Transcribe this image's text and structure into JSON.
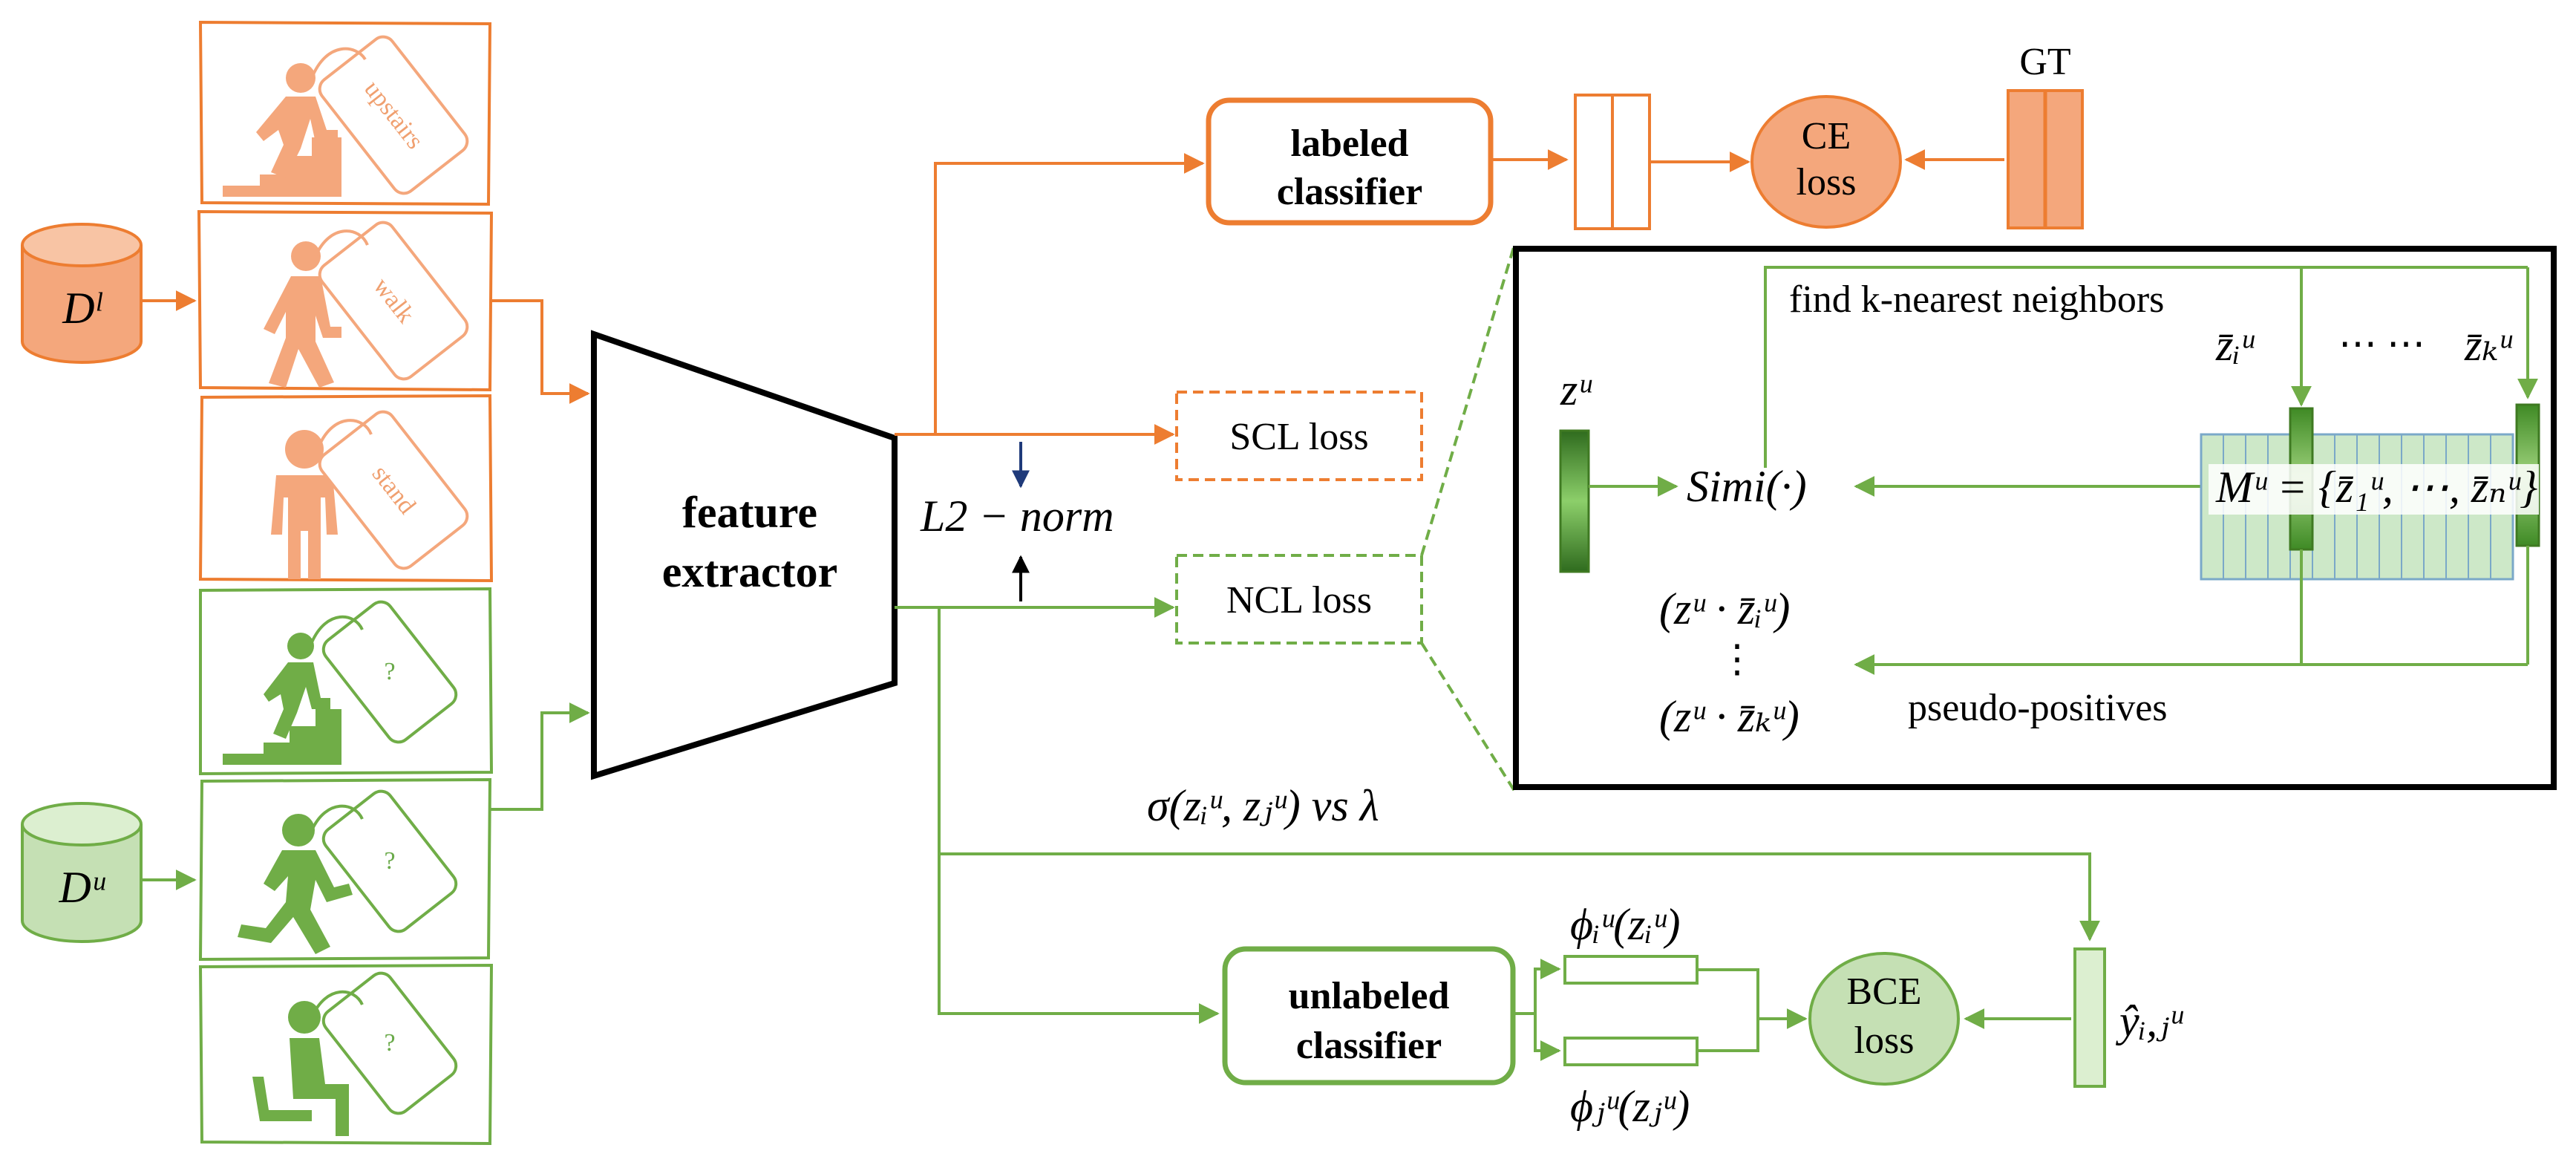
{
  "datasets": {
    "labeled": "Dˡ",
    "unlabeled": "Dᵘ"
  },
  "activities": {
    "labeled_tags": [
      "upstairs",
      "walk",
      "stand"
    ],
    "unlabeled_tags": [
      "?",
      "?",
      "?"
    ]
  },
  "feature_extractor": {
    "line1": "feature",
    "line2": "extractor"
  },
  "l2_norm": "L2 − norm",
  "labeled_classifier": {
    "line1": "labeled",
    "line2": "classifier"
  },
  "ce_loss": {
    "line1": "CE",
    "line2": "loss"
  },
  "gt": "GT",
  "scl_loss": "SCL loss",
  "ncl_loss": "NCL loss",
  "ncl_detail": {
    "find_neighbors": "find k-nearest neighbors",
    "z_u": "zᵘ",
    "simi": "Simi(·)",
    "z_bar_i": "z̄ᵢᵘ",
    "dots": "⋯ ⋯",
    "z_bar_k": "z̄ₖᵘ",
    "memory": "Mᵘ = {z̄₁ᵘ, ⋯, z̄ₙᵘ}",
    "pair_i": "(zᵘ · z̄ᵢᵘ)",
    "vdots": "⋮",
    "pair_k": "(zᵘ · z̄ₖᵘ)",
    "pseudo_positives": "pseudo-positives"
  },
  "sigma_label": "σ(zᵢᵘ, zⱼᵘ) vs λ",
  "unlabeled_classifier": {
    "line1": "unlabeled",
    "line2": "classifier"
  },
  "phi_i": "ϕᵢᵘ(zᵢᵘ)",
  "phi_j": "ϕⱼᵘ(zⱼᵘ)",
  "bce_loss": {
    "line1": "BCE",
    "line2": "loss"
  },
  "y_hat": "ŷᵢ,ⱼᵘ",
  "colors": {
    "orange": "#ed7d31",
    "orange_fill": "#f4a77c",
    "orange_light": "#f8c4a4",
    "green": "#70ad47",
    "green_fill": "#c5e0b4",
    "green_dark": "#4e8a2e",
    "memory_fill": "#cde8c8",
    "memory_stroke": "#7aa8c8",
    "blue_arrow": "#1f3a7a"
  }
}
